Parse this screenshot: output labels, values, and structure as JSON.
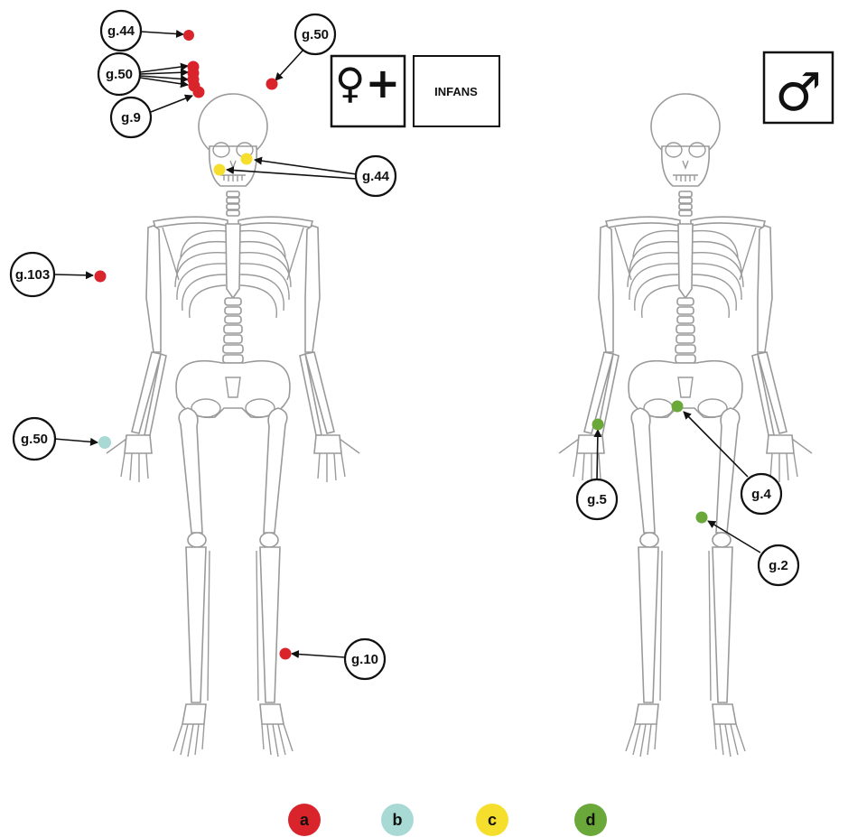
{
  "symbols": {
    "female_uncertain": "♀+",
    "infans": "INFANS",
    "male": "♂"
  },
  "colors": {
    "a": "#d9242c",
    "b": "#a9d9d4",
    "c": "#f6df2c",
    "d": "#6aa83a",
    "bone": "#9a9a9a"
  },
  "markers": {
    "left": [
      {
        "label": "g.44",
        "category": "a",
        "site": "cranium (top)"
      },
      {
        "label": "g.50",
        "category": "a",
        "site": "cranium (left, 4 marks)"
      },
      {
        "label": "g.9",
        "category": "a",
        "site": "face"
      },
      {
        "label": "g.50",
        "category": "a",
        "site": "right temporal"
      },
      {
        "label": "g.44",
        "category": "c",
        "site": "cervical vertebrae / clavicle"
      },
      {
        "label": "g.103",
        "category": "a",
        "site": "isolated"
      },
      {
        "label": "g.50",
        "category": "b",
        "site": "hand"
      },
      {
        "label": "g.10",
        "category": "a",
        "site": "fibula"
      }
    ],
    "right": [
      {
        "label": "g.5",
        "category": "d",
        "site": "hand"
      },
      {
        "label": "g.4",
        "category": "d",
        "site": "pubis"
      },
      {
        "label": "g.2",
        "category": "d",
        "site": "femur"
      }
    ]
  },
  "legend": [
    {
      "key": "a",
      "label": "a",
      "color": "#d9242c"
    },
    {
      "key": "b",
      "label": "b",
      "color": "#a9d9d4"
    },
    {
      "key": "c",
      "label": "c",
      "color": "#f6df2c"
    },
    {
      "key": "d",
      "label": "d",
      "color": "#6aa83a"
    }
  ]
}
